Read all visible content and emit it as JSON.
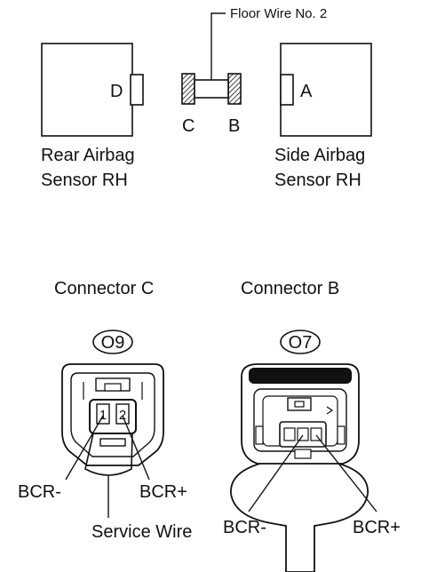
{
  "upper": {
    "floor_wire_label": "Floor Wire No. 2",
    "rear_sensor": {
      "terminal": "D",
      "name_line1": "Rear Airbag",
      "name_line2": "Sensor RH"
    },
    "side_sensor": {
      "terminal": "A",
      "name_line1": "Side Airbag",
      "name_line2": "Sensor RH"
    },
    "wire_end_left": "C",
    "wire_end_right": "B"
  },
  "connector_c": {
    "title": "Connector C",
    "code": "O9",
    "pin1": "1",
    "pin2": "2",
    "label_minus": "BCR-",
    "label_plus": "BCR+",
    "service_wire": "Service Wire"
  },
  "connector_b": {
    "title": "Connector B",
    "code": "O7",
    "label_minus": "BCR-",
    "label_plus": "BCR+"
  }
}
